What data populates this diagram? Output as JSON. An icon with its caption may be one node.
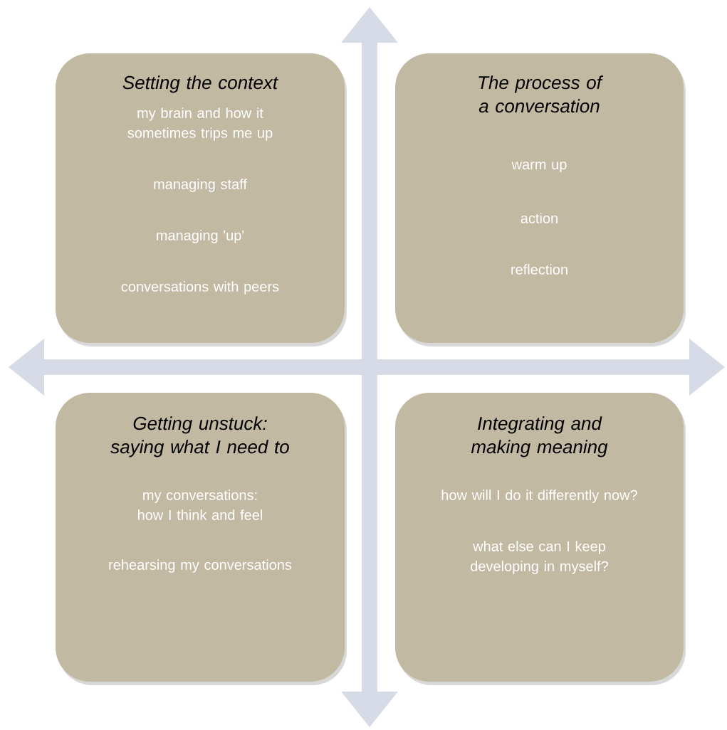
{
  "diagram": {
    "nodes": [
      {
        "text": [
          "Setting the context",
          "my brain and how it sometimes trips me up",
          "managing staff",
          "managing 'up'",
          "conversations with peers"
        ]
      },
      {
        "text": [
          "The process of a conversation",
          "warm up",
          "action",
          "reflection"
        ]
      },
      {
        "text": [
          "Getting unstuck: saying what I need to",
          "my conversations: how I think and feel",
          "rehearsing my conversations"
        ]
      },
      {
        "text": [
          "Integrating and making meaning",
          "how will I do it differently now?",
          "what else can I keep developing in myself?"
        ]
      }
    ]
  }
}
